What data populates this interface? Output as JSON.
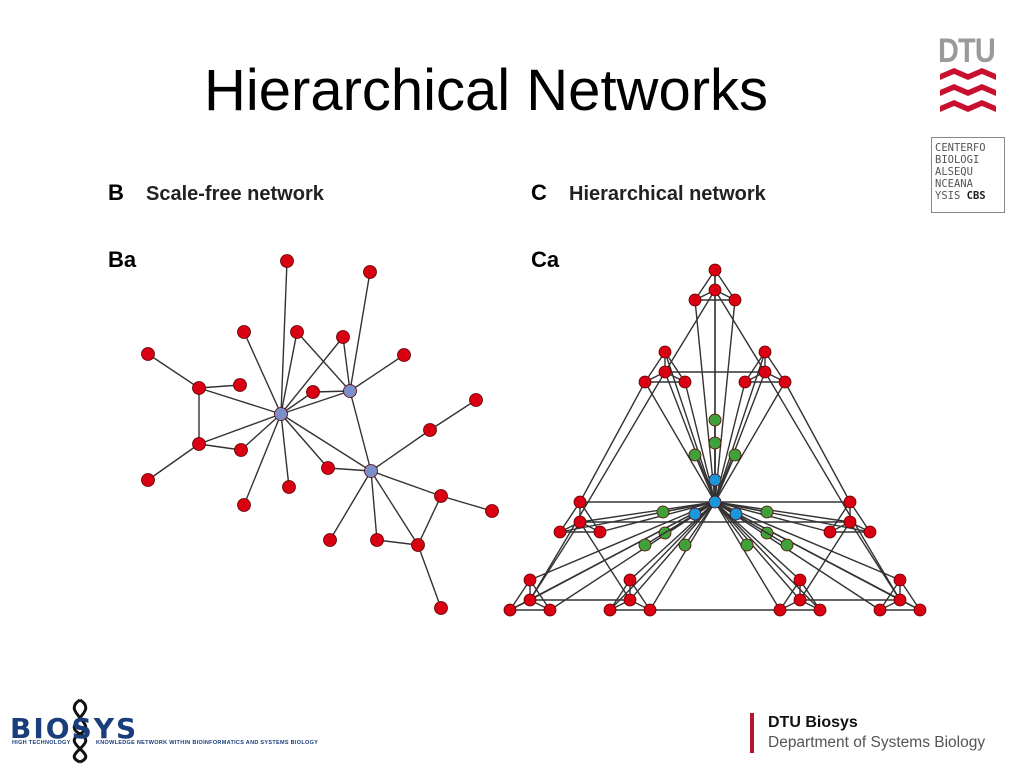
{
  "slide": {
    "title": "Hierarchical Networks"
  },
  "dtu_logo": {
    "text": "DTU",
    "color": "#c8102e"
  },
  "cbs_logo": {
    "lines": [
      "CENTERFO",
      "BIOLOGI",
      "ALSEQU",
      "NCEANA",
      "YSIS"
    ],
    "mark": "CBS"
  },
  "panels": {
    "b": {
      "letter": "B",
      "title": "Scale-free network",
      "sub": "Ba"
    },
    "c": {
      "letter": "C",
      "title": "Hierarchical network",
      "sub": "Ca"
    }
  },
  "colors": {
    "node_red": "#d90012",
    "node_blue_hub": "#7b8fc9",
    "node_green": "#3ea13a",
    "node_cyan": "#1b96d8",
    "edge": "#333333"
  },
  "footer": {
    "biosys_logo": "BIOSYS",
    "biosys_tag_left": "HIGH TECHNOLOGY",
    "biosys_tag_right": "KNOWLEDGE NETWORK WITHIN BIOINFORMATICS AND SYSTEMS BIOLOGY",
    "dept_name": "DTU Biosys",
    "dept_sub": "Department of Systems Biology"
  }
}
